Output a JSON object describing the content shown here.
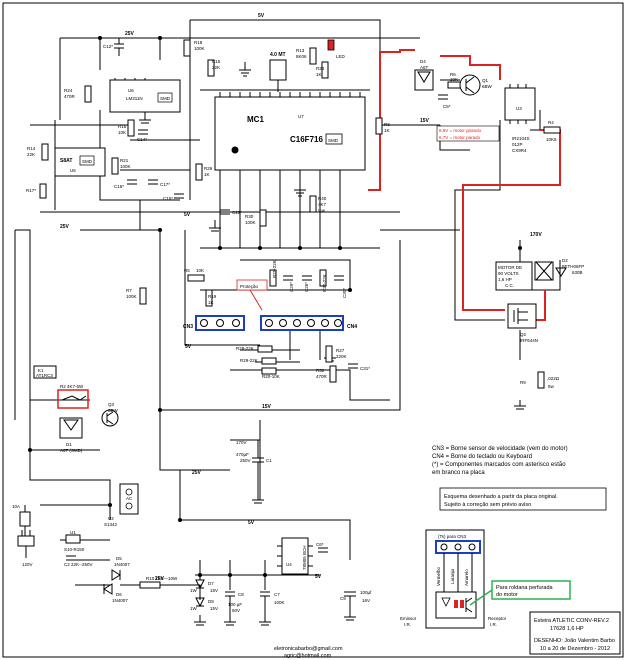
{
  "nets": {
    "v25": "25V",
    "v5": "5V",
    "v15": "15V",
    "v170": "170V"
  },
  "ic": {
    "ref": "MC1",
    "part": "C16F716",
    "package": "SMD",
    "tag": "U7"
  },
  "xtal": {
    "label": "4.0 MT"
  },
  "r13": {
    "ref": "R13",
    "val": "8K06"
  },
  "r23": {
    "ref": "R23",
    "val": "1K"
  },
  "led": "LED",
  "c12": "C12*",
  "r18": {
    "ref": "R18",
    "val": "100K"
  },
  "r15": {
    "ref": "R15",
    "val": "22K"
  },
  "u6": {
    "ref": "U6",
    "part": "LM311N",
    "pkg": "SMD"
  },
  "r24": {
    "ref": "R24",
    "val": "470R"
  },
  "r16": {
    "ref": "R16",
    "val": "10K"
  },
  "c14": "C14*",
  "r14": {
    "ref": "R14",
    "val": "22K"
  },
  "u5": {
    "ref": "U5",
    "part": "S8AT",
    "pkg": "SMD"
  },
  "r21": {
    "ref": "R21",
    "val": "100K"
  },
  "r17": "R17*",
  "c16": "C16*",
  "c17": "C17*",
  "r26": {
    "ref": "R26",
    "val": "1K"
  },
  "c15": "C15*",
  "c22": "C22*",
  "r30": {
    "ref": "R30",
    "val": "100K"
  },
  "r40": {
    "ref": "R40",
    "val": "4K7",
    "power": "¼w"
  },
  "r3": {
    "ref": "R3",
    "val": "1K"
  },
  "d4": {
    "ref": "D4",
    "val": "A6T"
  },
  "c5": "C5*",
  "r6": {
    "ref": "R6",
    "val": "10K"
  },
  "q1": {
    "ref": "Q1",
    "val": "6BW"
  },
  "u3": {
    "ref": "U3",
    "part": "IR2104S",
    "extra": "012P",
    "code": "CX9R4"
  },
  "note_red": {
    "l1": "8,9V = motor girando",
    "l2": "6,7V = motor parado"
  },
  "r4": {
    "ref": "R4",
    "val": "10K5"
  },
  "r7": {
    "ref": "R7",
    "val": "100K"
  },
  "r5": {
    "ref": "R5",
    "val": "10K"
  },
  "r19": {
    "ref": "R19",
    "val": "1K"
  },
  "protecao": "Proteção",
  "r25": "R25-22K",
  "c29": "C29*",
  "c26": "C26*",
  "r22": "R22-22K",
  "c30": "C30*",
  "cn3": "CN3",
  "cn4": "CN4",
  "r28": "R28-22K",
  "r29": "R29-22K",
  "r20": "R20-10K",
  "r27": {
    "ref": "R27",
    "val": "220K"
  },
  "r32": {
    "ref": "R32",
    "val": "470R"
  },
  "c31": "C31*",
  "motor": {
    "l1": "MOTOR DE",
    "l2": "90 VOLTS",
    "l3": "1,6 HP",
    "l4": "C.C."
  },
  "d2": {
    "ref": "D2",
    "val": "8ETH06FP",
    "extra": "630B"
  },
  "q2": {
    "ref": "Q2",
    "val": "IRF644N"
  },
  "r9": {
    "ref": "R9",
    "val": ",022Ω",
    "power": "5w"
  },
  "k1": {
    "ref": "K1",
    "part": "AT1RC3"
  },
  "r2": "R2 4K7-5W",
  "q3": {
    "ref": "Q3",
    "val": "6BW"
  },
  "d1": {
    "ref": "D1",
    "val": "A6T (SMD)"
  },
  "c1": {
    "ref": "C1",
    "v": "170V",
    "val": "470µF",
    "volt": "250V"
  },
  "legend": {
    "l1": "CN3 = Borne sensor de velocidade (vem do motor)",
    "l2": "CN4 = Borne do teclado ou Keyboard",
    "l3": "(*) = Componentes marcados com asterisco estão",
    "l4": "em branco na placa"
  },
  "note2": {
    "l1": "Esquema desenhado a partir da placa original.",
    "l2": "Sujeito à correção sem prévio aviso"
  },
  "fuse": "10A",
  "plug": "120V",
  "u2": {
    "ref": "U2",
    "part": "S1342",
    "ac": "AC"
  },
  "u1": {
    "ref": "U1",
    "part": "S10-R150"
  },
  "c2": "C2 22K--250V",
  "d5": {
    "ref": "D5",
    "val": "1N4007"
  },
  "d6": {
    "ref": "D6",
    "val": "1N4007"
  },
  "r10": "R10 1K5---10W",
  "d7": {
    "ref": "D7",
    "val": "1W",
    "volt": "15V"
  },
  "d8": {
    "ref": "D8",
    "val": "1W",
    "volt": "15V"
  },
  "c8": {
    "ref": "C8",
    "val": "100 µF",
    "volt": "50V"
  },
  "c7": {
    "ref": "C7",
    "val": "100K"
  },
  "u4": {
    "ref": "U4",
    "part": "78M05 BCH"
  },
  "c6": "C6*",
  "c9": {
    "ref": "C9",
    "val": "100µf",
    "volt": "16V"
  },
  "cn3box": {
    "title": "(Ts) para CN3",
    "a": "Vermelho",
    "b": "Laranja",
    "c": "Amarelo"
  },
  "greenbox": {
    "l1": "Para roldana perfurada",
    "l2": "do motor"
  },
  "emissor": {
    "l1": "Emissor",
    "l2": "I.R."
  },
  "receptor": {
    "l1": "Receptor",
    "l2": "I.R."
  },
  "titleblock": {
    "l1": "Esteira ATLETIC CONV-REV.2",
    "l2": "17628   1,6 HP",
    "l3": "DESENHO: João Valentim Barbo",
    "l4": "10 a 20 de Dezembro - 2012"
  },
  "email": {
    "l1": "eletronicabarbo@gmail.com",
    "l2": "agric@hotmail.com"
  }
}
